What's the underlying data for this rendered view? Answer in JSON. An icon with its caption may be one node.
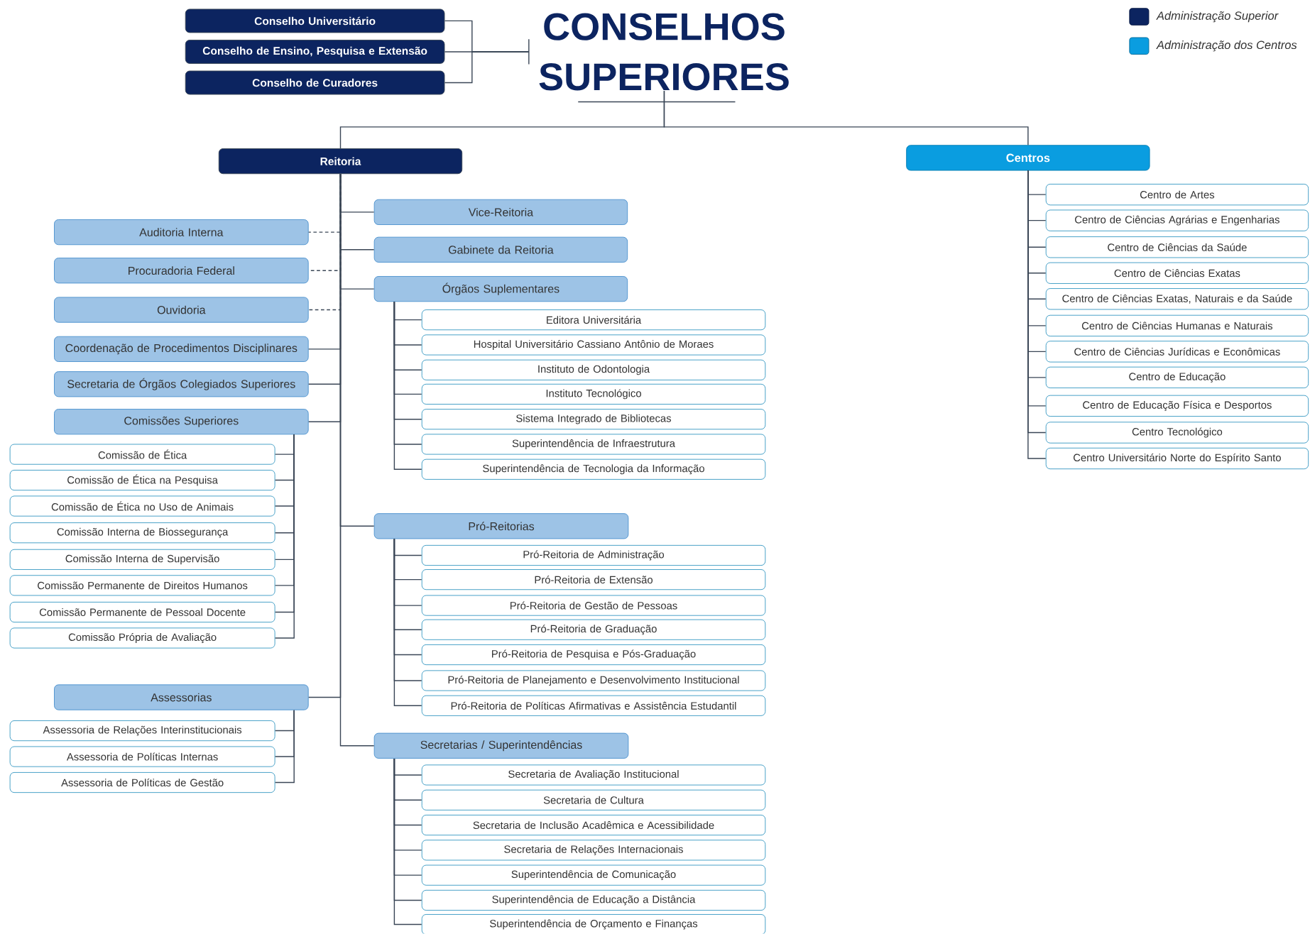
{
  "diagram": {
    "nodes": [
      {
        "text": [
          "Conselho Universitário"
        ]
      },
      {
        "text": [
          "Conselho de Ensino, Pesquisa e Extensão"
        ]
      },
      {
        "text": [
          "Conselho de Curadores"
        ]
      },
      {
        "text": [
          "CONSELHOS SUPERIORES"
        ]
      },
      {
        "text": [
          "Reitoria"
        ]
      },
      {
        "text": [
          "Centros"
        ]
      },
      {
        "text": [
          "Auditoria Interna"
        ]
      },
      {
        "text": [
          "Procuradoria Federal"
        ]
      },
      {
        "text": [
          "Ouvidoria"
        ]
      },
      {
        "text": [
          "Coordenação de Procedimentos Disciplinares"
        ]
      },
      {
        "text": [
          "Secretaria de Órgãos Colegiados Superiores"
        ]
      },
      {
        "text": [
          "Comissões Superiores"
        ]
      },
      {
        "text": [
          "Comissão de Ética"
        ]
      },
      {
        "text": [
          "Comissão de Ética na Pesquisa"
        ]
      },
      {
        "text": [
          "Comissão de Ética no Uso de Animais"
        ]
      },
      {
        "text": [
          "Comissão Interna de Biossegurança"
        ]
      },
      {
        "text": [
          "Comissão Interna de Supervisão"
        ]
      },
      {
        "text": [
          "Comissão Permanente de Direitos Humanos"
        ]
      },
      {
        "text": [
          "Comissão Permanente de Pessoal Docente"
        ]
      },
      {
        "text": [
          "Comissão Própria de Avaliação"
        ]
      },
      {
        "text": [
          "Assessorias"
        ]
      },
      {
        "text": [
          "Assessoria de Relações Interinstitucionais"
        ]
      },
      {
        "text": [
          "Assessoria de Políticas Internas"
        ]
      },
      {
        "text": [
          "Assessoria de Políticas de Gestão"
        ]
      },
      {
        "text": [
          "Vice-Reitoria"
        ]
      },
      {
        "text": [
          "Gabinete da Reitoria"
        ]
      },
      {
        "text": [
          "Órgãos Suplementares"
        ]
      },
      {
        "text": [
          "Editora Universitária"
        ]
      },
      {
        "text": [
          "Hospital Universitário Cassiano Antônio de Moraes"
        ]
      },
      {
        "text": [
          "Instituto de Odontologia"
        ]
      },
      {
        "text": [
          "Instituto Tecnológico"
        ]
      },
      {
        "text": [
          "Sistema Integrado de Bibliotecas"
        ]
      },
      {
        "text": [
          "Superintendência de Infraestrutura"
        ]
      },
      {
        "text": [
          "Superintendência de Tecnologia da Informação"
        ]
      },
      {
        "text": [
          "Pró-Reitorias"
        ]
      },
      {
        "text": [
          "Pró-Reitoria de Administração"
        ]
      },
      {
        "text": [
          "Pró-Reitoria de Extensão"
        ]
      },
      {
        "text": [
          "Pró-Reitoria de Gestão de Pessoas"
        ]
      },
      {
        "text": [
          "Pró-Reitoria de Graduação"
        ]
      },
      {
        "text": [
          "Pró-Reitoria de Pesquisa e Pós-Graduação"
        ]
      },
      {
        "text": [
          "Pró-Reitoria de Planejamento e Desenvolvimento Institucional"
        ]
      },
      {
        "text": [
          "Pró-Reitoria de Políticas Afirmativas e Assistência Estudantil"
        ]
      },
      {
        "text": [
          "Secretarias / Superintendências"
        ]
      },
      {
        "text": [
          "Secretaria de Avaliação Institucional"
        ]
      },
      {
        "text": [
          "Secretaria de Cultura"
        ]
      },
      {
        "text": [
          "Secretaria de Inclusão Acadêmica e Acessibilidade"
        ]
      },
      {
        "text": [
          "Secretaria de Relações Internacionais"
        ]
      },
      {
        "text": [
          "Superintendência de Comunicação"
        ]
      },
      {
        "text": [
          "Superintendência de Educação a Distância"
        ]
      },
      {
        "text": [
          "Superintendência de Orçamento e Finanças"
        ]
      },
      {
        "text": [
          "Centro de Artes"
        ]
      },
      {
        "text": [
          "Centro de Ciências Agrárias e Engenharias"
        ]
      },
      {
        "text": [
          "Centro de Ciências da Saúde"
        ]
      },
      {
        "text": [
          "Centro de Ciências Exatas"
        ]
      },
      {
        "text": [
          "Centro de Ciências Exatas, Naturais e da Saúde"
        ]
      },
      {
        "text": [
          "Centro de Ciências Humanas e Naturais"
        ]
      },
      {
        "text": [
          "Centro de Ciências Jurídicas e Econômicas"
        ]
      },
      {
        "text": [
          "Centro de Educação"
        ]
      },
      {
        "text": [
          "Centro de Educação Física e Desportos"
        ]
      },
      {
        "text": [
          "Centro Tecnológico"
        ]
      },
      {
        "text": [
          "Centro Universitário Norte do Espírito Santo"
        ]
      }
    ],
    "edges": [
      {
        "from": 0,
        "to": 3,
        "arrow": "none"
      },
      {
        "from": 1,
        "to": 3,
        "arrow": "none"
      },
      {
        "from": 2,
        "to": 3,
        "arrow": "none"
      },
      {
        "from": 3,
        "to": 4,
        "arrow": "none"
      },
      {
        "from": 3,
        "to": 5,
        "arrow": "none"
      },
      {
        "from": 4,
        "to": 6,
        "arrow": "none",
        "style": "dashed"
      },
      {
        "from": 4,
        "to": 7,
        "arrow": "none",
        "style": "dashed"
      },
      {
        "from": 4,
        "to": 8,
        "arrow": "none",
        "style": "dashed"
      },
      {
        "from": 4,
        "to": 9,
        "arrow": "none"
      },
      {
        "from": 4,
        "to": 10,
        "arrow": "none"
      },
      {
        "from": 4,
        "to": 11,
        "arrow": "none"
      },
      {
        "from": 4,
        "to": 20,
        "arrow": "none"
      },
      {
        "from": 4,
        "to": 24,
        "arrow": "none"
      },
      {
        "from": 4,
        "to": 25,
        "arrow": "none"
      },
      {
        "from": 4,
        "to": 26,
        "arrow": "none"
      },
      {
        "from": 4,
        "to": 34,
        "arrow": "none"
      },
      {
        "from": 4,
        "to": 42,
        "arrow": "none"
      },
      {
        "from": 11,
        "to": 12,
        "arrow": "none"
      },
      {
        "from": 11,
        "to": 13,
        "arrow": "none"
      },
      {
        "from": 11,
        "to": 14,
        "arrow": "none"
      },
      {
        "from": 11,
        "to": 15,
        "arrow": "none"
      },
      {
        "from": 11,
        "to": 16,
        "arrow": "none"
      },
      {
        "from": 11,
        "to": 17,
        "arrow": "none"
      },
      {
        "from": 11,
        "to": 18,
        "arrow": "none"
      },
      {
        "from": 11,
        "to": 19,
        "arrow": "none"
      },
      {
        "from": 20,
        "to": 21,
        "arrow": "none"
      },
      {
        "from": 20,
        "to": 22,
        "arrow": "none"
      },
      {
        "from": 20,
        "to": 23,
        "arrow": "none"
      },
      {
        "from": 26,
        "to": 27,
        "arrow": "none"
      },
      {
        "from": 26,
        "to": 28,
        "arrow": "none"
      },
      {
        "from": 26,
        "to": 29,
        "arrow": "none"
      },
      {
        "from": 26,
        "to": 30,
        "arrow": "none"
      },
      {
        "from": 26,
        "to": 31,
        "arrow": "none"
      },
      {
        "from": 26,
        "to": 32,
        "arrow": "none"
      },
      {
        "from": 26,
        "to": 33,
        "arrow": "none"
      },
      {
        "from": 34,
        "to": 35,
        "arrow": "none"
      },
      {
        "from": 34,
        "to": 36,
        "arrow": "none"
      },
      {
        "from": 34,
        "to": 37,
        "arrow": "none"
      },
      {
        "from": 34,
        "to": 38,
        "arrow": "none"
      },
      {
        "from": 34,
        "to": 39,
        "arrow": "none"
      },
      {
        "from": 34,
        "to": 40,
        "arrow": "none"
      },
      {
        "from": 34,
        "to": 41,
        "arrow": "none"
      },
      {
        "from": 42,
        "to": 43,
        "arrow": "none"
      },
      {
        "from": 42,
        "to": 44,
        "arrow": "none"
      },
      {
        "from": 42,
        "to": 45,
        "arrow": "none"
      },
      {
        "from": 42,
        "to": 46,
        "arrow": "none"
      },
      {
        "from": 42,
        "to": 47,
        "arrow": "none"
      },
      {
        "from": 42,
        "to": 48,
        "arrow": "none"
      },
      {
        "from": 42,
        "to": 49,
        "arrow": "none"
      },
      {
        "from": 5,
        "to": 50,
        "arrow": "none"
      },
      {
        "from": 5,
        "to": 51,
        "arrow": "none"
      },
      {
        "from": 5,
        "to": 52,
        "arrow": "none"
      },
      {
        "from": 5,
        "to": 53,
        "arrow": "none"
      },
      {
        "from": 5,
        "to": 54,
        "arrow": "none"
      },
      {
        "from": 5,
        "to": 55,
        "arrow": "none"
      },
      {
        "from": 5,
        "to": 56,
        "arrow": "none"
      },
      {
        "from": 5,
        "to": 57,
        "arrow": "none"
      },
      {
        "from": 5,
        "to": 58,
        "arrow": "none"
      },
      {
        "from": 5,
        "to": 59,
        "arrow": "none"
      },
      {
        "from": 5,
        "to": 60,
        "arrow": "none"
      }
    ],
    "legend": [
      {
        "text": "Administração Superior",
        "color": "#0c2460"
      },
      {
        "text": "Administração dos Centros",
        "color": "#0a9de0"
      }
    ]
  }
}
